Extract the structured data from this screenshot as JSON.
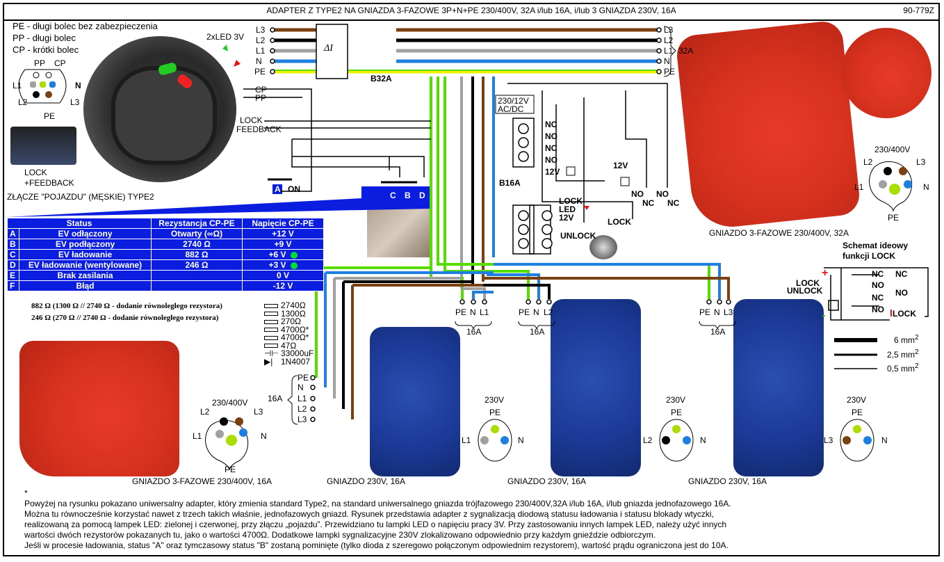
{
  "header": {
    "title": "ADAPTER Z TYPE2 NA GNIAZDA 3-FAZOWE 3P+N+PE 230/400V, 32A i/lub 16A, i/lub 3 GNIAZDA 230V, 16A",
    "code": "90-779Z"
  },
  "pin_legend": {
    "pe": "PE - długi bolec bez zabezpieczenia",
    "pp": "PP - długi bolec",
    "cp": "CP - krótki bolec"
  },
  "type2_pinout": {
    "pp": "PP",
    "cp": "CP",
    "l1": "L1",
    "n": "N",
    "l2": "L2",
    "l3": "L3",
    "pe": "PE"
  },
  "lock_photo_label": [
    "LOCK",
    "+FEEDBACK"
  ],
  "connector_caption": "ZŁĄCZE \"POJAZDU\" (MĘSKIE) TYPE2",
  "led_label": "2xLED 3V",
  "input_lines": [
    "L3",
    "L2",
    "L1",
    "N",
    "PE"
  ],
  "output_lines_32a": [
    "L3",
    "L2",
    "L1",
    "N",
    "PE"
  ],
  "output_32a_label": "32A",
  "rcd_label": "ΔI",
  "breaker_main": "B32A",
  "breaker_16": "B16A",
  "signal_labels": {
    "cp": "CP",
    "pp": "PP",
    "lock": "LOCK",
    "feedback": "FEEDBACK"
  },
  "switch_labels": {
    "a": "A",
    "on": "ON",
    "c": "C",
    "b": "B",
    "d": "D"
  },
  "psu_label": [
    "230/12V",
    "AC/DC"
  ],
  "relay_contacts": [
    "NC",
    "NO",
    "NC",
    "NO"
  ],
  "relay_coil": "12V",
  "relay2_coil": "12V",
  "relay2_contacts": [
    "NO",
    "NC",
    "NO",
    "NC"
  ],
  "lock_led": [
    "LOCK",
    "LED",
    "12V"
  ],
  "key_switch": {
    "lock": "LOCK",
    "unlock": "UNLOCK"
  },
  "status_table": {
    "headers": [
      "Status",
      "Rezystancja CP-PE",
      "Napięcie CP-PE"
    ],
    "rows": [
      {
        "letter": "A",
        "status": "EV odłączony",
        "resistance": "Otwarty (∞Ω)",
        "voltage": "+12 V",
        "led": false
      },
      {
        "letter": "B",
        "status": "EV podłączony",
        "resistance": "2740 Ω",
        "voltage": "+9 V",
        "led": false
      },
      {
        "letter": "C",
        "status": "EV ładowanie",
        "resistance": "882 Ω",
        "voltage": "+6 V",
        "led": true
      },
      {
        "letter": "D",
        "status": "EV ładowanie (wentylowane)",
        "resistance": "246 Ω",
        "voltage": "+3 V",
        "led": true
      },
      {
        "letter": "E",
        "status": "Brak zasilania",
        "resistance": "",
        "voltage": "0 V",
        "led": false
      },
      {
        "letter": "F",
        "status": "Błąd",
        "resistance": "",
        "voltage": "-12 V",
        "led": false
      }
    ]
  },
  "resistor_notes": [
    "882 Ω (1300 Ω // 2740 Ω - dodanie równoległego rezystora)",
    "246 Ω (270 Ω // 2740 Ω - dodanie równoległego rezystora)"
  ],
  "component_legend": [
    "2740Ω",
    "1300Ω",
    "270Ω",
    "4700Ω*",
    "4700Ω*",
    "47Ω",
    "33000uF",
    "1N4007"
  ],
  "output_16a_3phase": {
    "lines": [
      "PE",
      "N",
      "L1",
      "L2",
      "L3"
    ],
    "rating": "16A"
  },
  "single_phase_outputs": [
    {
      "lines": [
        "PE",
        "N",
        "L1"
      ],
      "rating": "16A"
    },
    {
      "lines": [
        "PE",
        "N",
        "L2"
      ],
      "rating": "16A"
    },
    {
      "lines": [
        "PE",
        "N",
        "L3"
      ],
      "rating": "16A"
    }
  ],
  "socket_32a": {
    "voltage": "230/400V",
    "pins": {
      "l2": "L2",
      "l3": "L3",
      "l1": "L1",
      "n": "N",
      "pe": "PE"
    },
    "caption": "GNIAZDO 3-FAZOWE 230/400V, 32A"
  },
  "socket_16a_3phase": {
    "voltage": "230/400V",
    "pins": {
      "l2": "L2",
      "l3": "L3",
      "l1": "L1",
      "n": "N",
      "pe": "PE"
    },
    "caption": "GNIAZDO 3-FAZOWE 230/400V, 16A"
  },
  "sockets_230": [
    {
      "voltage": "230V",
      "pe": "PE",
      "phase": "L1",
      "n": "N",
      "caption": "GNIAZDO 230V, 16A"
    },
    {
      "voltage": "230V",
      "pe": "PE",
      "phase": "L2",
      "n": "N",
      "caption": "GNIAZDO 230V, 16A"
    },
    {
      "voltage": "230V",
      "pe": "PE",
      "phase": "L3",
      "n": "N",
      "caption": "GNIAZDO 230V, 16A"
    }
  ],
  "lock_schematic": {
    "title": [
      "Schemat ideowy",
      "funkcji LOCK"
    ],
    "switch": [
      "LOCK",
      "UNLOCK"
    ],
    "contacts": [
      "NC",
      "NC",
      "NO",
      "NO",
      "NC",
      "NO"
    ],
    "output": "LOCK"
  },
  "wire_legend": [
    {
      "label": "6 mm",
      "sup": "2"
    },
    {
      "label": "2,5 mm",
      "sup": "2"
    },
    {
      "label": "0,5 mm",
      "sup": "2"
    }
  ],
  "notes": {
    "asterisk": "*",
    "lines": [
      "Powyżej na rysunku pokazano uniwersalny adapter, który zmienia standard Type2, na standard uniwersalnego gniazda trójfazowego 230/400V,32A i/lub 16A, i/lub gniazda jednofazowego 16A.",
      "Można tu równocześnie korzystać nawet z trzech takich właśnie, jednofazowych gniazd. Rysunek przedstawia adapter z sygnalizacją diodową statusu ładowania i statusu blokady wtyczki,",
      "realizowaną za pomocą lampek LED: zielonej i czerwonej, przy złączu „pojazdu”. Przewidziano tu lampki LED o napięciu pracy 3V. Przy zastosowaniu innych lampek LED, należy użyć innych",
      "wartości dwóch rezystorów pokazanych tu, jako o wartości 4700Ω. Dodatkowe lampki sygnalizacyjne 230V zlokalizowano odpowiednio przy każdym gnieździe odbiorczym.",
      "Jeśli w procesie ładowania, status \"A\" oraz tymczasowy status \"B\" zostaną pominięte (tylko dioda z szeregowo połączonym odpowiednim rezystorem), wartość prądu ograniczona jest do 10A."
    ]
  },
  "colors": {
    "l3": "#7a4010",
    "l2": "#000000",
    "l1": "#a0a0a0",
    "n": "#1e7fe0",
    "pe_green": "#55dd00",
    "pe_yellow": "#f0f000",
    "table_bg": "#0b1ee0",
    "led_green": "#00dd33",
    "led_red": "#ee1111",
    "socket_red": "#d8321f",
    "socket_blue": "#1c3a98"
  }
}
